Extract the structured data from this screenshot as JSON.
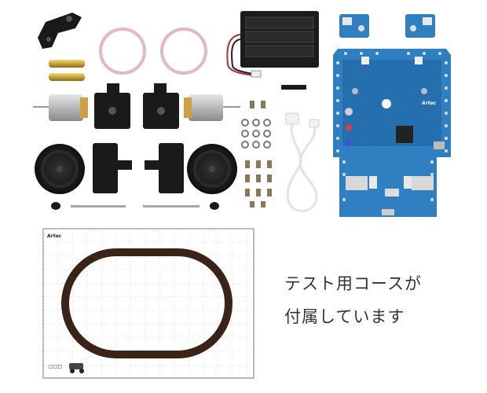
{
  "caption": {
    "line1": "テスト用コースが",
    "line2": "付属しています"
  },
  "board": {
    "logo_text": "Artec"
  },
  "course_sheet": {
    "logo_text": "Artec"
  },
  "colors": {
    "board_blue": "#2f7fc1",
    "board_dark_blue": "#1d5f9c",
    "part_black": "#1a1a1a",
    "track_brown": "#3a2418",
    "grid_line": "#cccccc"
  },
  "icons": [
    "bracket-icon",
    "rubber-ring-icon",
    "battery-box-icon",
    "sensor-board-icon",
    "spacer-icon",
    "motor-icon",
    "gearbox-icon",
    "screw-icon",
    "nut-icon",
    "usb-cable-icon",
    "wheel-icon",
    "shaft-icon",
    "robot-car-icon"
  ]
}
